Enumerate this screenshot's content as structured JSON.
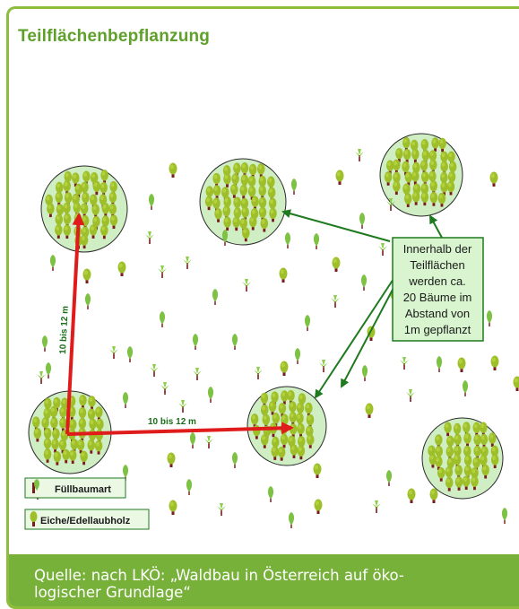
{
  "title": "Teilflächenbepflanzung",
  "annotation": {
    "lines": [
      "Innerhalb der",
      "Teilflächen",
      "werden ca.",
      "20 Bäume im",
      "Abstand von",
      "1m gepflanzt"
    ]
  },
  "distance_vertical": "10 bis 12 m",
  "distance_horizontal": "10 bis 12 m",
  "legend": {
    "filler": "Füllbaumart",
    "oak": "Eiche/Edellaubholz"
  },
  "source": {
    "line1": "Quelle: nach LKÖ: „Waldbau in Österreich auf öko-",
    "line2": "logischer Grundlage“"
  },
  "colors": {
    "frame": "#8cbe3c",
    "title": "#5fa02a",
    "footer": "#78b13a",
    "patch_fill": "#cfeec4",
    "oak_crown": "#9ebf2a",
    "filler_leaf": "#7dc242",
    "trunk": "#7a1c1c",
    "arrow_green": "#1e7a1e",
    "arrow_red": "#e01b1b"
  }
}
